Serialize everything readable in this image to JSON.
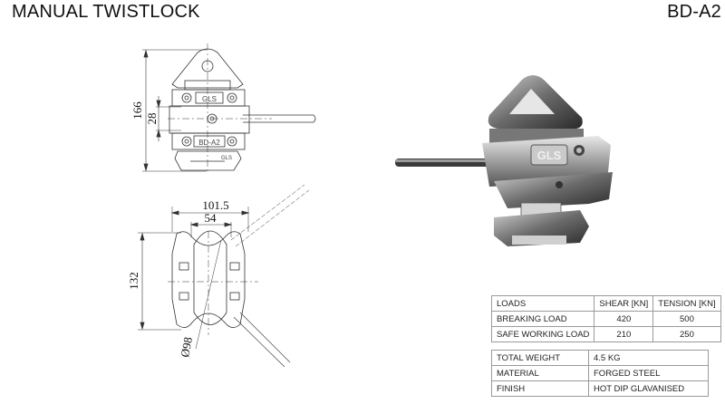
{
  "header": {
    "title": "MANUAL TWISTLOCK",
    "model": "BD-A2"
  },
  "drawing_top": {
    "dim_height": "166",
    "dim_slot": "28",
    "label_top": "GLS",
    "label_mid": "BD-A2",
    "label_bottom": "GLS"
  },
  "drawing_bottom": {
    "dim_width": "101.5",
    "dim_inner": "54",
    "dim_height": "132",
    "dim_diameter": "Ø98"
  },
  "render_3d": {
    "brand": "GLS"
  },
  "loads_table": {
    "headers": [
      "LOADS",
      "SHEAR [KN]",
      "TENSION [KN]"
    ],
    "rows": [
      [
        "BREAKING LOAD",
        "420",
        "500"
      ],
      [
        "SAFE WORKING LOAD",
        "210",
        "250"
      ]
    ]
  },
  "properties_table": {
    "rows": [
      [
        "TOTAL WEIGHT",
        "4.5 KG"
      ],
      [
        "MATERIAL",
        "FORGED STEEL"
      ],
      [
        "FINISH",
        "HOT DIP GLAVANISED"
      ]
    ]
  }
}
